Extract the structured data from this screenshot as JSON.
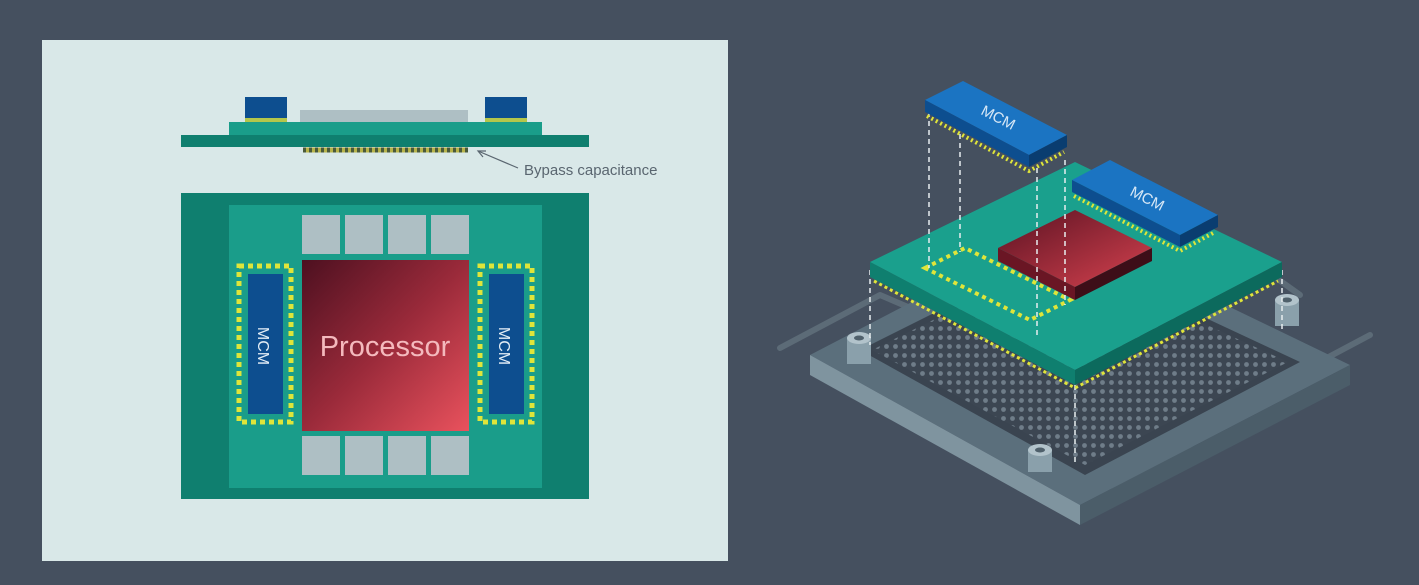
{
  "labels": {
    "bypass": "Bypass capacitance",
    "processor": "Processor",
    "mcm_left": "MCM",
    "mcm_right": "MCM",
    "mcm_iso_top": "MCM",
    "mcm_iso_right": "MCM"
  },
  "colors": {
    "background": "#45505f",
    "panel": "#d9e8e8",
    "board_teal": "#1a9d8a",
    "board_dark": "#0f7f6f",
    "mcm_blue": "#0d4e8f",
    "mcm_iso_blue": "#1b74c2",
    "chip_light": "#aebfc4",
    "processor_top": "#5a1425",
    "processor_bottom": "#e5505c",
    "pins_yellow": "#dfe53a",
    "socket": "#6d8491"
  }
}
